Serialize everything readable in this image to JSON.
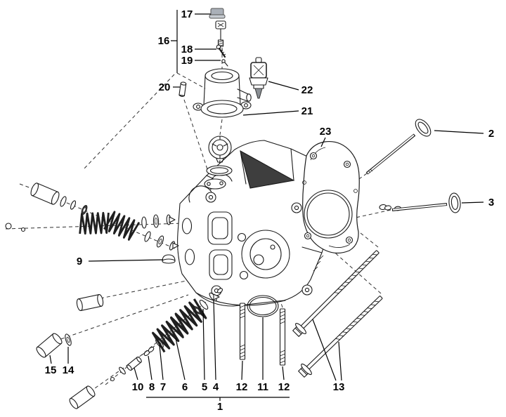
{
  "diagram": {
    "background_color": "#ffffff",
    "line_color": "#1a1a1a",
    "shade_color": "#3e3e3e",
    "callouts": {
      "n1": "1",
      "n2": "2",
      "n3": "3",
      "n4": "4",
      "n5": "5",
      "n6": "6",
      "n7": "7",
      "n8": "8",
      "n9": "9",
      "n10": "10",
      "n11": "11",
      "n12": "12",
      "n13": "13",
      "n14": "14",
      "n15": "15",
      "n16": "16",
      "n17": "17",
      "n18": "18",
      "n19": "19",
      "n20": "20",
      "n21": "21",
      "n22": "22",
      "n23": "23"
    }
  }
}
